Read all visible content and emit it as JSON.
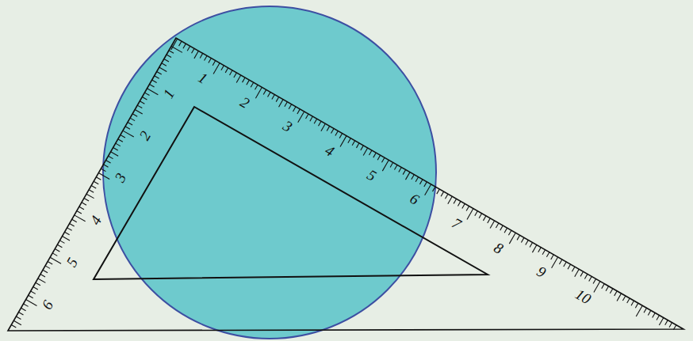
{
  "diagram": {
    "labels": [
      "1",
      "2",
      "3",
      "4",
      "5",
      "6",
      "7",
      "8",
      "9",
      "10",
      "1",
      "2",
      "3",
      "4",
      "5",
      "6"
    ]
  }
}
